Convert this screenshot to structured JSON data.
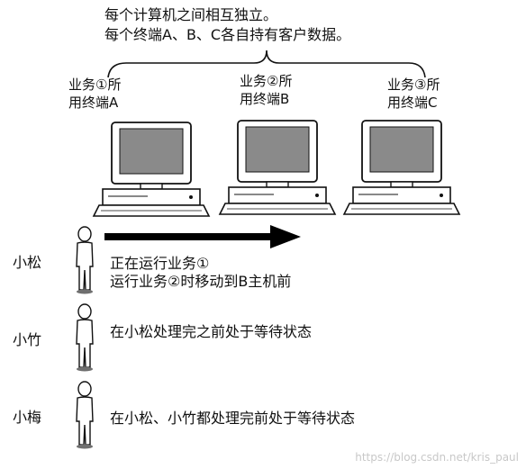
{
  "header": {
    "line1": "每个计算机之间相互独立。",
    "line2": "每个终端A、B、C各自持有客户数据。"
  },
  "terminals": [
    {
      "label": "业务①所\n用终端A"
    },
    {
      "label": "业务②所\n用终端B"
    },
    {
      "label": "业务③所\n用终端C"
    }
  ],
  "people": [
    {
      "name": "小松",
      "line1": "正在运行业务①",
      "line2": "运行业务②时移动到B主机前"
    },
    {
      "name": "小竹",
      "line1": "在小松处理完之前处于等待状态"
    },
    {
      "name": "小梅",
      "line1": "在小松、小竹都处理完前处于等待状态"
    }
  ],
  "watermark": "https://blog.csdn.net/kris_paul",
  "colors": {
    "ink": "#111111",
    "screen": "#8a8a8a",
    "figure": "#6f6f6f",
    "arrow": "#000000"
  }
}
